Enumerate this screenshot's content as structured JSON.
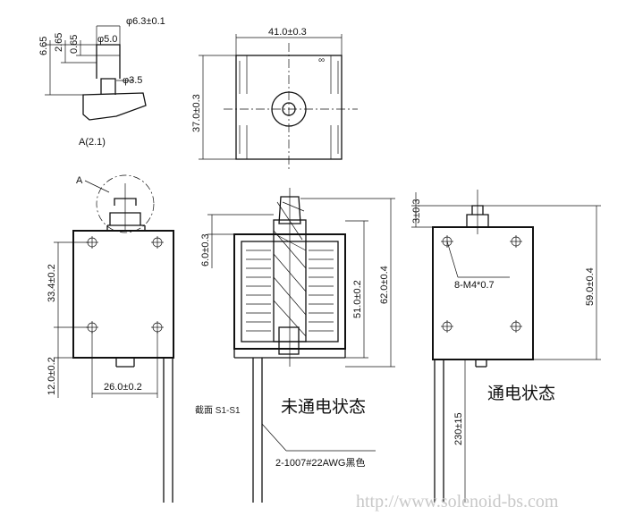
{
  "detail": {
    "label": "A(2.1)",
    "callout": "A",
    "dims": {
      "d1": "φ6.3±0.1",
      "d2": "φ5.0",
      "d3": "φ3.5",
      "h1": "6.65",
      "h2": "2.65",
      "h3": "0.65"
    }
  },
  "top_view": {
    "dims": {
      "width": "41.0±0.3",
      "height": "37.0±0.3"
    }
  },
  "front_view": {
    "dims": {
      "hole_spacing_v": "33.4±0.2",
      "bottom_offset": "12.0±0.2",
      "hole_spacing_h": "26.0±0.2"
    }
  },
  "section_view": {
    "dims": {
      "stroke": "6.0±0.3",
      "body": "51.0±0.2",
      "overall": "62.0±0.4"
    },
    "title": "未通电状态",
    "section_label": "截面  S1-S1",
    "wire_label": "2-1007#22AWG黑色"
  },
  "side_view": {
    "dims": {
      "plunger": "3±0.3",
      "overall": "59.0±0.4",
      "lead": "230±15"
    },
    "thread": "8-M4*0.7",
    "title": "通电状态"
  },
  "watermark": "http://www.solenoid-bs.com"
}
